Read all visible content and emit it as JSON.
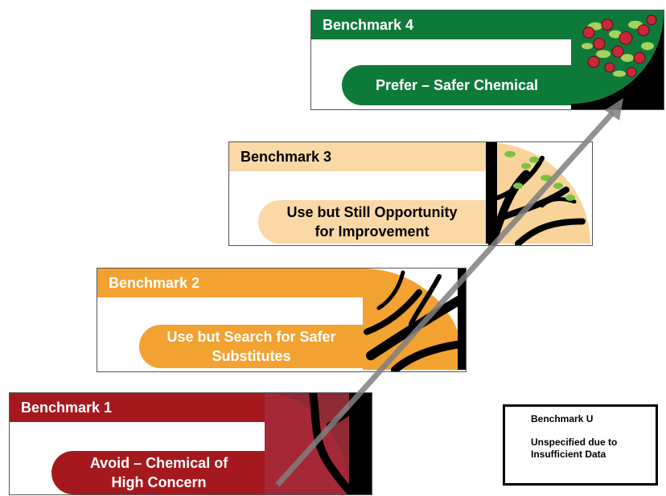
{
  "benchmarks": [
    {
      "header": "Benchmark 1",
      "pill_line1": "Avoid – Chemical of",
      "pill_line2": "High Concern",
      "header_color": "#A5191E",
      "pill_color": "#A5191E",
      "text_color": "#ffffff",
      "tree_fill": "#8E2A35"
    },
    {
      "header": "Benchmark 2",
      "pill_line1": "Use but Search for Safer",
      "pill_line2": "Substitutes",
      "header_color": "#F2A231",
      "pill_color": "#F2A231",
      "text_color": "#ffffff",
      "tree_fill": "#F2A231"
    },
    {
      "header": "Benchmark 3",
      "pill_line1": "Use but Still Opportunity",
      "pill_line2": "for Improvement",
      "header_color": "#FAD9A6",
      "pill_color": "#FAD9A6",
      "text_color": "#000000",
      "tree_fill": "#F8D49A"
    },
    {
      "header": "Benchmark 4",
      "pill_line1": "Prefer – Safer Chemical",
      "pill_line2": "",
      "header_color": "#0E7A3A",
      "pill_color": "#0E7A3A",
      "text_color": "#ffffff",
      "tree_fill": "#0E7A3A"
    }
  ],
  "legend": {
    "title": "Benchmark U",
    "line1": "Unspecified due to",
    "line2": "Insufficient Data"
  },
  "arrow_color": "#808080"
}
